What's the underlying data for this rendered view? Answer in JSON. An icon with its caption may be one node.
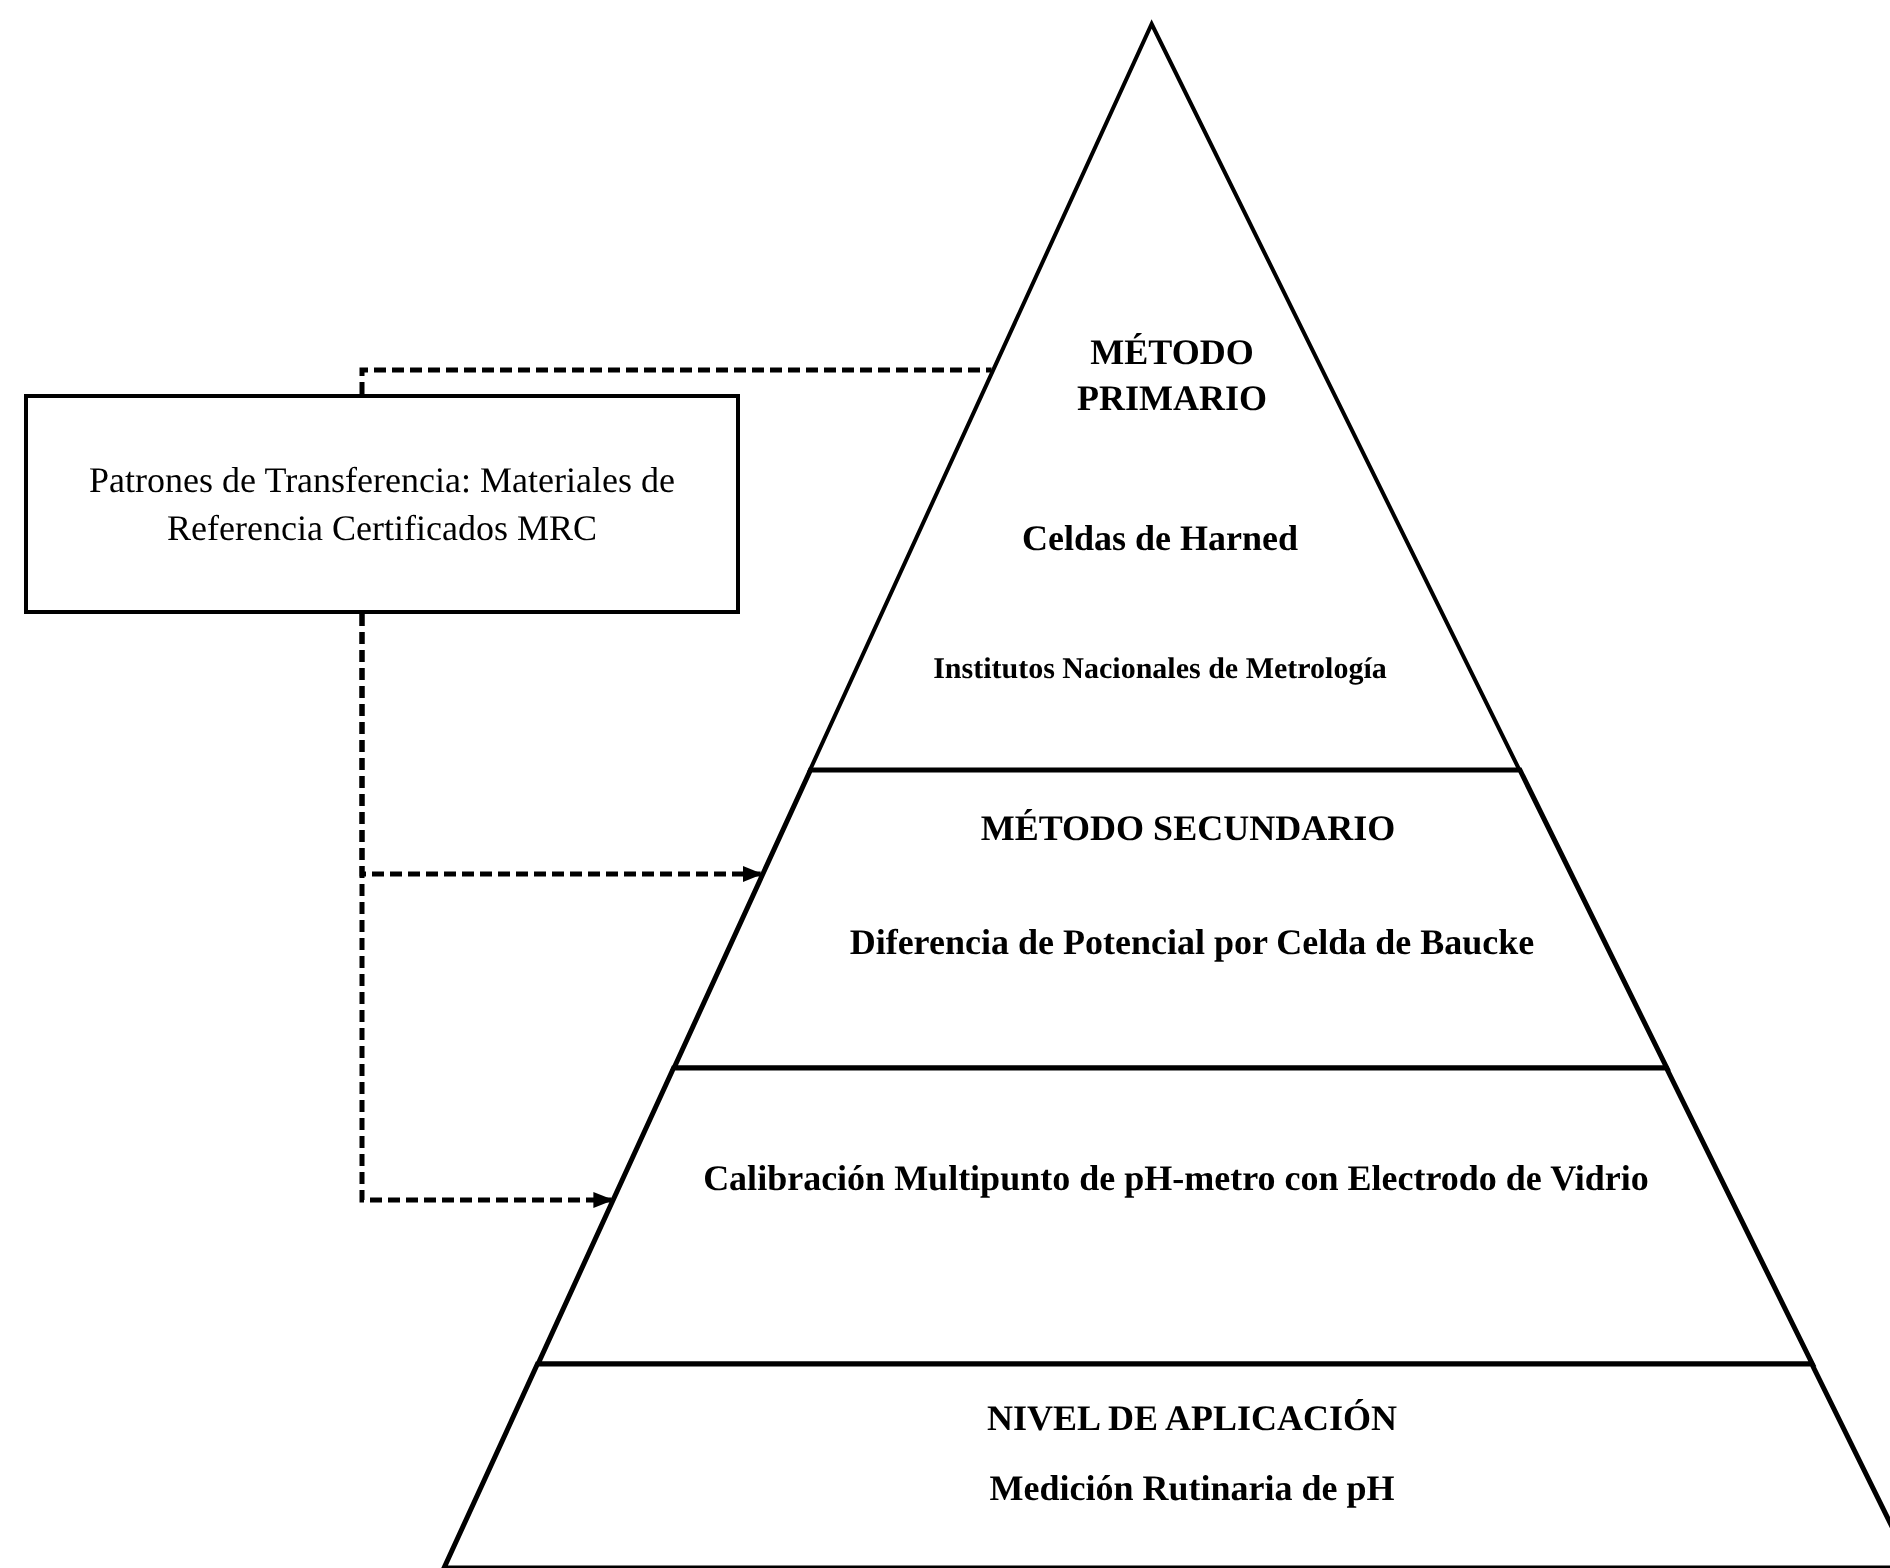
{
  "diagram": {
    "nodes": [
      {
        "text": [
          "Patrones de Transferencia: Materiales de Referencia Certificados MRC"
        ]
      },
      {
        "text": [
          "MÉTODO PRIMARIO",
          "Celdas de Harned",
          "Institutos Nacionales de Metrología"
        ]
      },
      {
        "text": [
          "MÉTODO SECUNDARIO",
          "Diferencia de Potencial por Celda de Baucke"
        ]
      },
      {
        "text": [
          "Calibración Multipunto de pH-metro con Electrodo de Vidrio"
        ]
      },
      {
        "text": [
          "NIVEL DE APLICACIÓN",
          "Medición Rutinaria de pH"
        ]
      }
    ],
    "edges": [
      {
        "from": 0,
        "to": 1,
        "arrow": "none",
        "style": "dashed"
      },
      {
        "from": 0,
        "to": 2,
        "arrow": "to",
        "style": "dashed"
      },
      {
        "from": 0,
        "to": 3,
        "arrow": "to",
        "style": "dashed"
      }
    ]
  }
}
